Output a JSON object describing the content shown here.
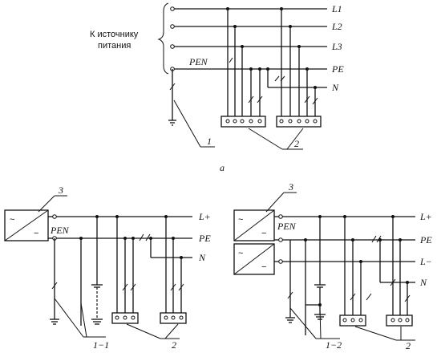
{
  "top": {
    "source_label_line1": "К источнику",
    "source_label_line2": "питания",
    "L1": "L1",
    "L2": "L2",
    "L3": "L3",
    "PE": "PE",
    "N": "N",
    "PEN": "PEN",
    "callout_1": "1",
    "callout_2": "2",
    "caption": "a"
  },
  "left": {
    "callout_3": "3",
    "sym_ac": "~",
    "sym_dc": "−",
    "PEN": "PEN",
    "Lplus": "L+",
    "PE": "PE",
    "N": "N",
    "callout_11": "1−1",
    "callout_2": "2"
  },
  "right": {
    "callout_3": "3",
    "sym_ac1": "~",
    "sym_dc1": "−",
    "sym_ac2": "~",
    "sym_dc2": "−",
    "PEN": "PEN",
    "Lplus": "L+",
    "PE": "PE",
    "Lminus": "L−",
    "N": "N",
    "callout_12": "1−2",
    "callout_2": "2"
  }
}
